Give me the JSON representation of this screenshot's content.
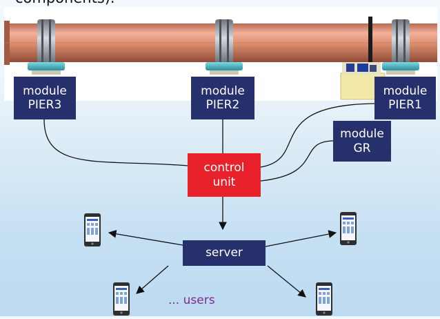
{
  "caption_fragment": "components).",
  "modules": {
    "pier3": "module\nPIER3",
    "pier2": "module\nPIER2",
    "pier1": "module\nPIER1",
    "gr": "module\nGR"
  },
  "control_unit": "control\nunit",
  "server": "server",
  "users": "... users",
  "colors": {
    "module_box": "#26306c",
    "control_unit_box": "#e8202a",
    "users_text": "#7e2a8c",
    "kiln_shell": "#d98a6b",
    "tyre": "#9aa0a8",
    "roller": "#3fb6c4",
    "drive_base": "#f1e7a6"
  }
}
